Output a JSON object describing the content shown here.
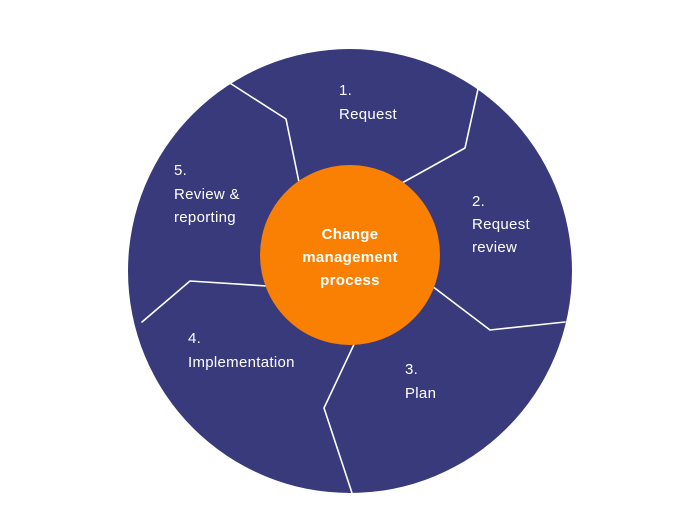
{
  "colors": {
    "ring": "#383a7b",
    "center": "#fa8004",
    "divider": "#ffffff",
    "text": "#ffffff"
  },
  "center": {
    "line1": "Change",
    "line2": "management",
    "line3": "process"
  },
  "steps": [
    {
      "number": "1.",
      "label": "Request"
    },
    {
      "number": "2.",
      "label_line1": "Request",
      "label_line2": "review"
    },
    {
      "number": "3.",
      "label": "Plan"
    },
    {
      "number": "4.",
      "label": "Implementation"
    },
    {
      "number": "5.",
      "label_line1": "Review &",
      "label_line2": "reporting"
    }
  ]
}
